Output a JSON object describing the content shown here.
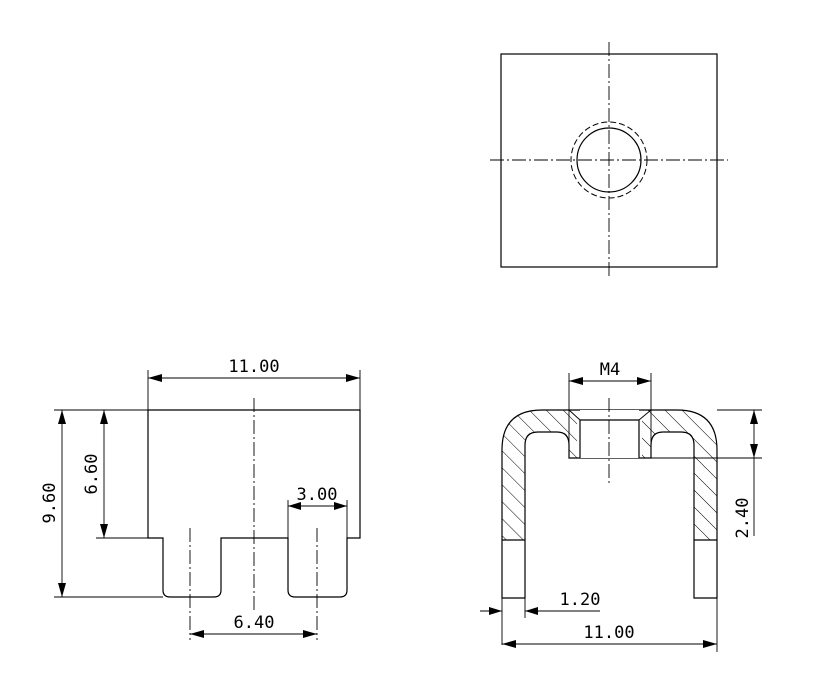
{
  "dimensions": {
    "front_width": "11.00",
    "front_height_total": "9.60",
    "front_height_body": "6.60",
    "leg_width": "3.00",
    "leg_spacing": "6.40",
    "thread": "M4",
    "section_thickness_top": "2.40",
    "wall_thickness": "1.20",
    "section_width": "11.00"
  }
}
